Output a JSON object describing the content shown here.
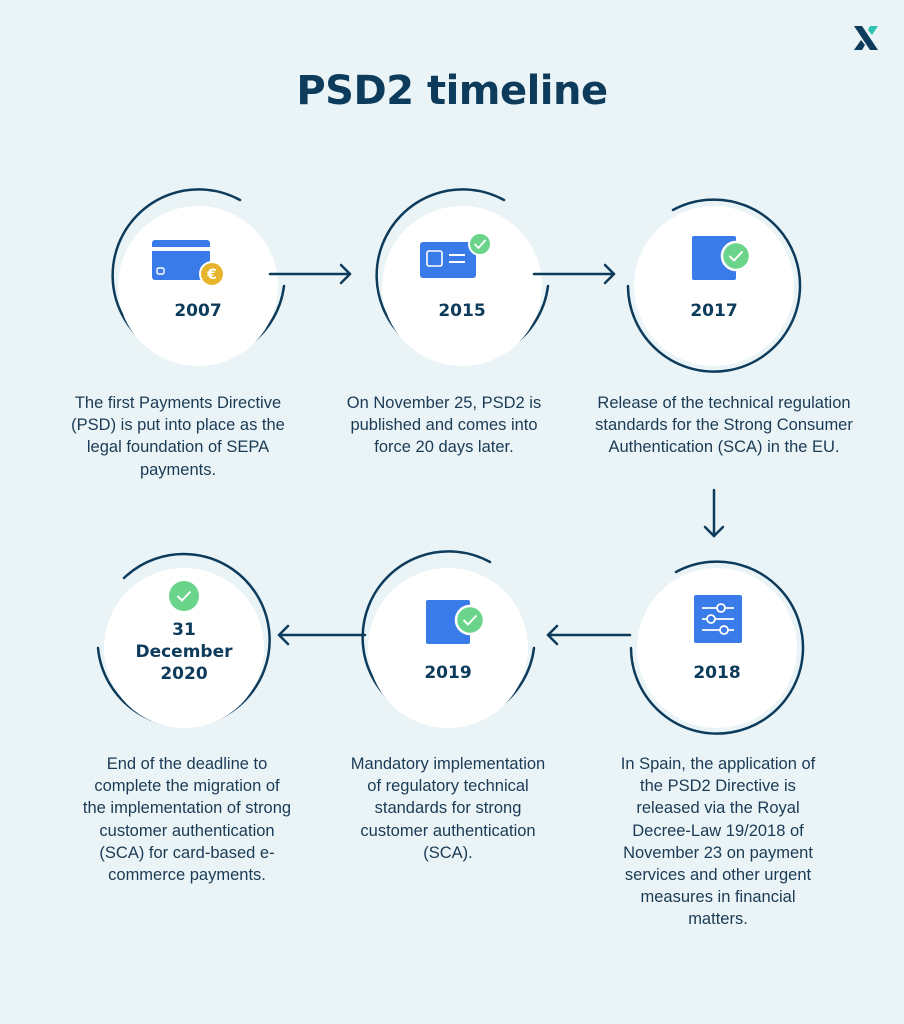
{
  "title": "PSD2 timeline",
  "colors": {
    "navy": "#0d3b5c",
    "blue": "#3a7bea",
    "green": "#6ad58a",
    "gold": "#e7b52c",
    "background": "#eaf4f6"
  },
  "logo": {
    "icon": "x-logo-icon"
  },
  "milestones": [
    {
      "year": "2007",
      "icon": "credit-card-euro-icon",
      "description": "The first Payments Directive (PSD) is put into place as the legal foundation of SEPA payments."
    },
    {
      "year": "2015",
      "icon": "id-card-check-icon",
      "description": "On November 25, PSD2 is published and comes into force 20 days later."
    },
    {
      "year": "2017",
      "icon": "document-check-icon",
      "description": "Release of the technical regulation standards for the Strong Consumer Authentication (SCA) in the EU."
    },
    {
      "year": "2018",
      "icon": "sliders-icon",
      "description": "In Spain, the application of the PSD2 Directive is released via the Royal Decree-Law 19/2018 of November 23 on payment services and other urgent measures in financial matters."
    },
    {
      "year": "2019",
      "icon": "document-check-icon",
      "description": "Mandatory implementation of regulatory technical standards for strong customer authentication (SCA)."
    },
    {
      "year": "31 December 2020",
      "year_lines": [
        "31",
        "December",
        "2020"
      ],
      "icon": "check-circle-icon",
      "description": "End of the deadline to complete the migration of the implementation of strong customer authentication (SCA) for card-based e-commerce payments."
    }
  ]
}
